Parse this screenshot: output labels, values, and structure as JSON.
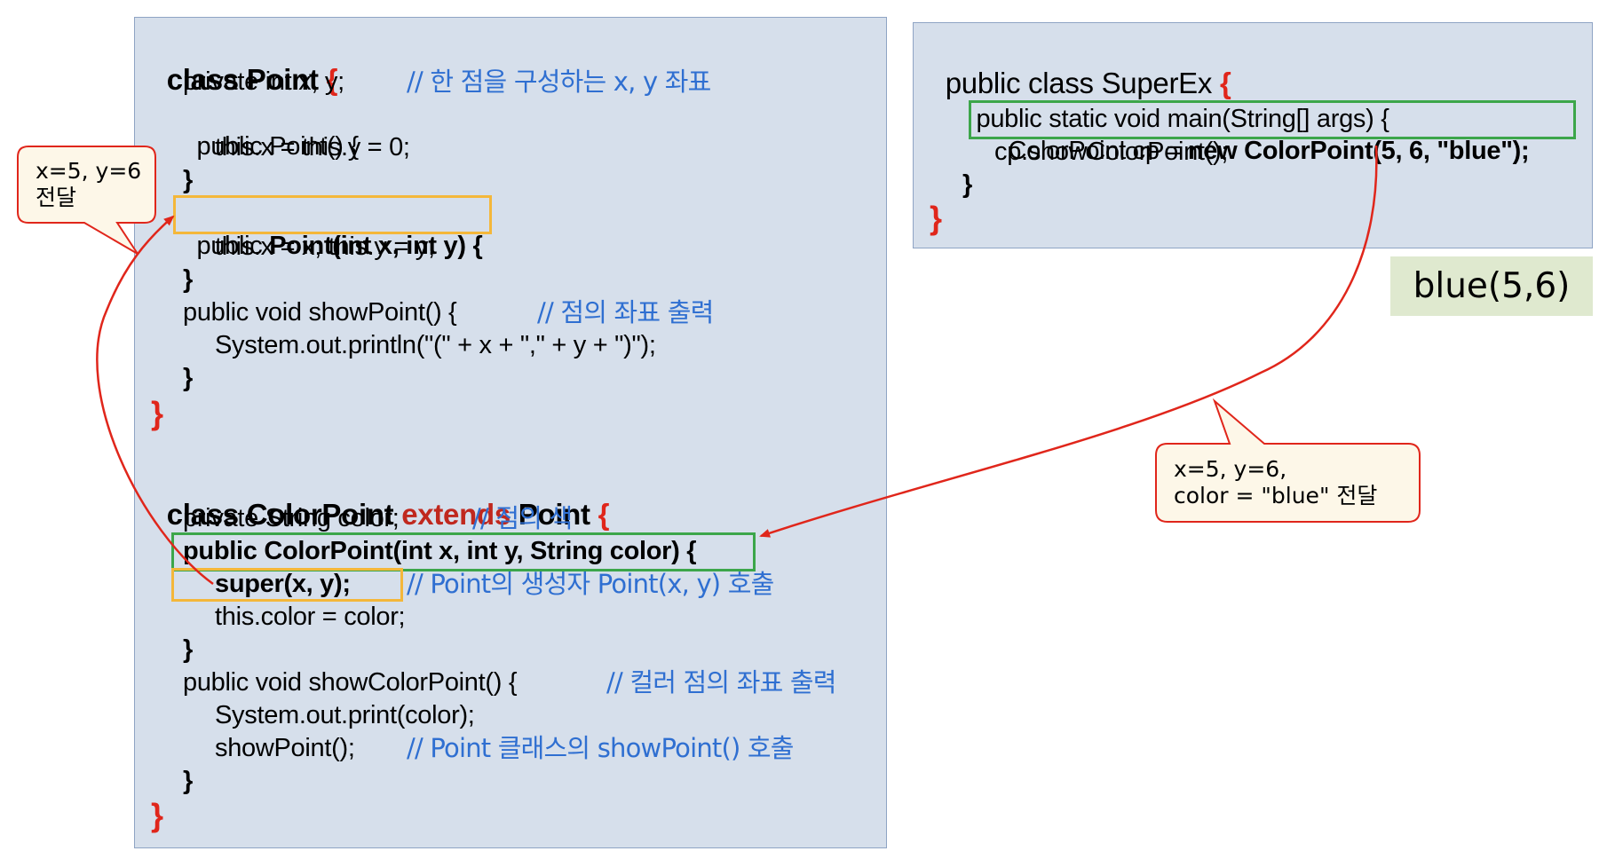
{
  "point_class": {
    "header_class": "class",
    "header_name": "Point",
    "open_brace": "{",
    "close_brace": "}",
    "lines": [
      {
        "code": "private int x, y;",
        "comment": "// 한 점을 구성하는 x, y 좌표"
      },
      {
        "code": "public Point() {",
        "comment": ""
      },
      {
        "code": "this.x = this.y = 0;",
        "comment": ""
      },
      {
        "code": "}",
        "comment": ""
      },
      {
        "code_prefix": "public ",
        "code_bold": "Point(int x, int y) {",
        "comment": ""
      },
      {
        "code": "this.x = x; this.y = y;",
        "comment": ""
      },
      {
        "code": "}",
        "comment": ""
      },
      {
        "code": "public void showPoint() {",
        "comment": "// 점의 좌표 출력"
      },
      {
        "code": "System.out.println(\"(\" + x + \",\" + y + \")\");",
        "comment": ""
      },
      {
        "code": "}",
        "comment": ""
      }
    ]
  },
  "colorpoint_class": {
    "header_class": "class",
    "header_name": "ColorPoint",
    "header_extends": "extends",
    "header_parent": "Point",
    "open_brace": "{",
    "close_brace": "}",
    "lines": [
      {
        "code": "private String color;",
        "comment": "// 점의 색"
      },
      {
        "code": "public ColorPoint(int x, int y, String color) {",
        "comment": ""
      },
      {
        "code": "super(x, y);",
        "comment": "// Point의 생성자 Point(x, y) 호출"
      },
      {
        "code": "this.color = color;",
        "comment": ""
      },
      {
        "code": "}",
        "comment": ""
      },
      {
        "code": "public void showColorPoint() {",
        "comment": "// 컬러 점의 좌표 출력"
      },
      {
        "code": "System.out.print(color);",
        "comment": ""
      },
      {
        "code": "showPoint();",
        "comment": "// Point 클래스의 showPoint() 호출"
      },
      {
        "code": "}",
        "comment": ""
      }
    ]
  },
  "superex_class": {
    "header": "public class SuperEx",
    "open_brace": "{",
    "close_brace": "}",
    "lines": [
      {
        "code": "public static void main(String[] args) {"
      },
      {
        "code_prefix": "ColorPoint cp = ",
        "code_bold": "new ColorPoint(5, 6, \"blue\");"
      },
      {
        "code": "cp.showColorPoint();"
      },
      {
        "code": "}"
      }
    ]
  },
  "callouts": {
    "left": "x=5, y=6\n전달",
    "right": "x=5, y=6,\ncolor = \"blue\" 전달"
  },
  "output": "blue(5,6)",
  "colors": {
    "code_box_bg": "#d6dfeb",
    "keyword_red": "#c0281e",
    "comment_blue": "#2f6fd1",
    "highlight_yellow": "#f4b73a",
    "highlight_green": "#3ca64a",
    "arrow_red": "#e0261b",
    "callout_bg": "#fdf7e8",
    "output_bg": "#dfe9cf"
  }
}
